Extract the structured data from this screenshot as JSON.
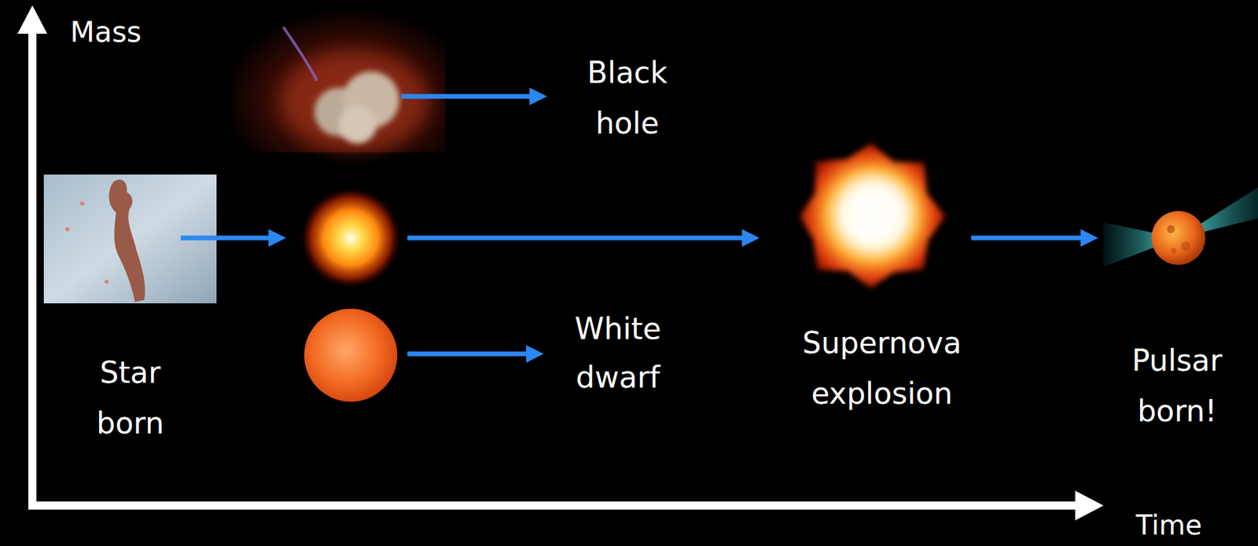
{
  "diagram": {
    "nodes": [
      {
        "text": [
          "Star born"
        ]
      },
      {
        "text": [
          "Supernova explosion"
        ]
      },
      {
        "text": [
          "Pulsar born!"
        ]
      }
    ],
    "edges": [
      {
        "from": 1,
        "to": 2,
        "arrow": "to"
      }
    ],
    "labels": [
      "Mass",
      "Time",
      "Black hole",
      "White dwarf"
    ]
  }
}
